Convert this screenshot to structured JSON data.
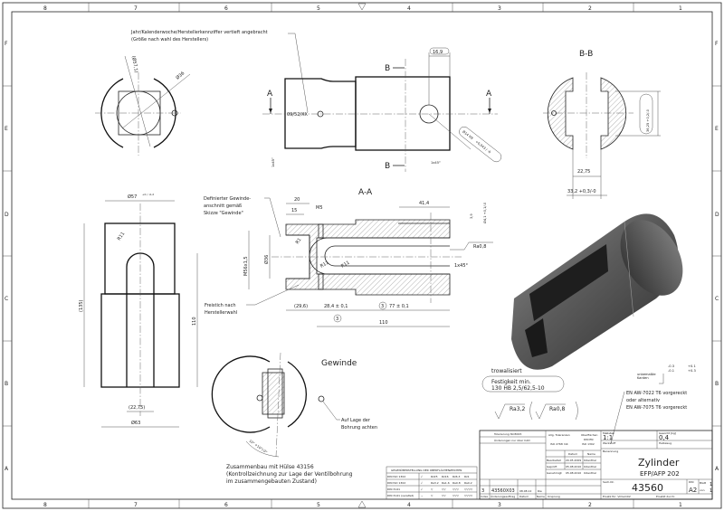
{
  "frame": {
    "columns": [
      "8",
      "7",
      "6",
      "5",
      "4",
      "3",
      "2",
      "1"
    ],
    "rows": [
      "F",
      "E",
      "D",
      "C",
      "B",
      "A"
    ]
  },
  "notes": {
    "marking_line1": "Jahr/Kalenderwoche/Herstellerkennziffer vertieft angebracht",
    "marking_line2": "(Größe nach wahl des Herstellers)",
    "marking_text": "09/52/XX",
    "gewinde_line1": "Definierter Gewinde-",
    "gewinde_line2": "anschnitt gemäß",
    "gewinde_line3": "Skizze \"Gewinde\"",
    "freistich_line1": "Freistich nach",
    "freistich_line2": "Herstellerwahl",
    "bohrung_line1": "Auf Lage der",
    "bohrung_line2": "Bohrung achten",
    "assembly_line1": "Zusammenbau mit Hülse 43156",
    "assembly_line2": "(Kontrollzeichnung zur Lage der Ventilbohrung",
    "assembly_line3": "im zusammengebauten Zustand)",
    "finish": "trowalisiert",
    "strength_line1": "Festigkeit min.",
    "strength_line2": "130 HB 2,5/62,5-10",
    "roughness_main": "Ra3,2",
    "roughness_alt": "Ra0,8",
    "material_line1": "EN AW-7022 T6 vorgereckt",
    "material_line2": "oder alternativ",
    "material_line3": "EN AW-7075 T6 vorgereckt",
    "edges_label1": "unbemaßte",
    "edges_label2": "Kanten",
    "edges_tol_a1": "-0.3",
    "edges_tol_a2": "-0.1",
    "edges_tol_b1": "+0.1",
    "edges_tol_b2": "+0.3"
  },
  "views": {
    "section_aa": "A-A",
    "section_bb": "B-B",
    "detail_gewinde": "Gewinde",
    "cut_a": "A",
    "cut_b": "B"
  },
  "dimensions": {
    "d_hole": "Ø14 H9",
    "d_hole_tol": "+0,043 / -0",
    "d169": "16,9",
    "chamfer": "1x45°",
    "d571": "(Ø57,1)",
    "d36": "Ø36",
    "d57": "Ø57",
    "d57_tol": "+0 / -0,2",
    "r11": "R11",
    "r1": "R1",
    "l135": "(135)",
    "l110": "110",
    "w2275p": "(22,75)",
    "d63": "Ø63",
    "l20": "20",
    "l15": "15",
    "m5": "M5",
    "m56": "M56x1,5",
    "l414": "41,4",
    "l39": "3,9",
    "d41": "Ø4,1 +0,1/-0",
    "ra08": "Ra0,8",
    "l296": "(29,6)",
    "l284": "28,4 ± 0,1",
    "l77": "77 ± 0,1",
    "bubble": "3",
    "bb_w": "22,75",
    "bb_w2": "33,2 +0,3/-0",
    "bb_h": "36,25 +0,2/-0",
    "angle": "10° +10°/-0°"
  },
  "surface_table": {
    "title": "GEGENÜBERSTELLUNG DER OBERFLÄCHENZEICHEN",
    "rows": [
      [
        "DIN ISO 1302",
        "√",
        "Rz25",
        "Rz16",
        "Rz6.3",
        "Rz1"
      ],
      [
        "DIN ISO 1302",
        "√",
        "Ra3.2",
        "Ra1.6",
        "Ra0.8",
        "Ra0.2"
      ],
      [
        "DIN 3141",
        "√",
        "▽",
        "▽▽",
        "▽▽▽",
        "▽▽▽▽"
      ],
      [
        "DIN 3141 (veraltet)",
        "~",
        "▽",
        "▽▽",
        "▽▽▽",
        "▽▽▽▽"
      ]
    ]
  },
  "title_block": {
    "tolerancing": "Tolerierung ISO8015",
    "cad_note": "Änderungen nur über CAD",
    "general_tol": "Allg. Toleranzen",
    "general_tol_std": "ISO 2768 mK",
    "surface_label": "Oberflächen",
    "surface_std1": "DIN EN",
    "surface_std2": "ISO 1302",
    "scale_label": "Maßstab",
    "scale": "1:1",
    "weight_label": "Gewicht [kg]",
    "weight": "0,4",
    "material_label": "Werkstoff",
    "semi_label": "Halbzeug",
    "date_header": "Datum",
    "name_header": "Name",
    "people": [
      {
        "role": "Bearbeitet",
        "date": "20.05.2009",
        "name": "Odenthal"
      },
      {
        "role": "Geprüft",
        "date": "05.08.2010",
        "name": "Odenthal"
      },
      {
        "role": "Genehmigt",
        "date": "05.08.2010",
        "name": "Odenthal"
      }
    ],
    "name_label": "Benennung",
    "part_name": "Zylinder",
    "part_sub": "EFP/AFP 202",
    "drawing_no_label": "Sach-Nr.",
    "drawing_no": "43560",
    "format_label": "DIN",
    "format": "A2",
    "sheet_label": "Blatt",
    "sheet": "1",
    "sheets_label": "von",
    "sheets": "1",
    "revision_index": "3",
    "revision_order": "43560X03",
    "revision_date": "08.08.12",
    "revision_name": "Rie",
    "col_index": "Index",
    "col_order": "Änderungsauftrag",
    "col_date": "Datum",
    "col_name": "Name",
    "origin_label": "Ursprung",
    "replaces_label": "Ersatz für: Vmlem02",
    "replaced_label": "Ersetzt durch:"
  }
}
